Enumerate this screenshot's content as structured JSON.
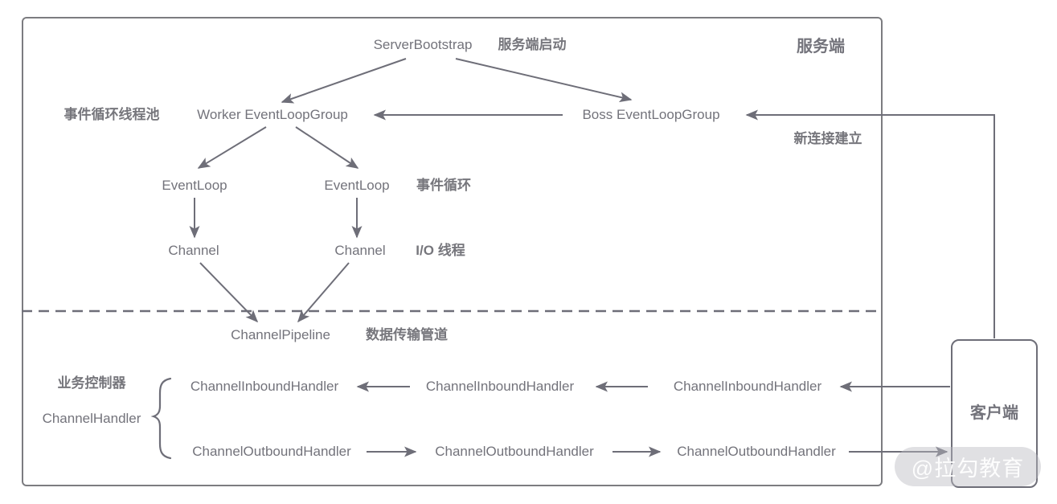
{
  "zones": {
    "server_label": "服务端",
    "client_label": "客户端"
  },
  "nodes": {
    "server_bootstrap": "ServerBootstrap",
    "worker_event_loop_group": "Worker EventLoopGroup",
    "boss_event_loop_group": "Boss EventLoopGroup",
    "event_loops": [
      "EventLoop",
      "EventLoop"
    ],
    "channels": [
      "Channel",
      "Channel"
    ],
    "channel_pipeline": "ChannelPipeline",
    "channel_handler": "ChannelHandler",
    "inbound_handlers": [
      "ChannelInboundHandler",
      "ChannelInboundHandler",
      "ChannelInboundHandler"
    ],
    "outbound_handlers": [
      "ChannelOutboundHandler",
      "ChannelOutboundHandler",
      "ChannelOutboundHandler"
    ]
  },
  "annotations": {
    "server_startup": "服务端启动",
    "event_loop_thread_pool": "事件循环线程池",
    "new_connection": "新连接建立",
    "event_loop": "事件循环",
    "io_thread": "I/O 线程",
    "data_pipeline": "数据传输管道",
    "business_controller": "业务控制器"
  },
  "watermark": "@拉勾教育",
  "colors": {
    "line": "#6e6e78",
    "text": "#73737b",
    "outer_border": "#7c7c80",
    "watermark_bg": "#bbbbc0",
    "watermark_text": "#ffffff"
  }
}
